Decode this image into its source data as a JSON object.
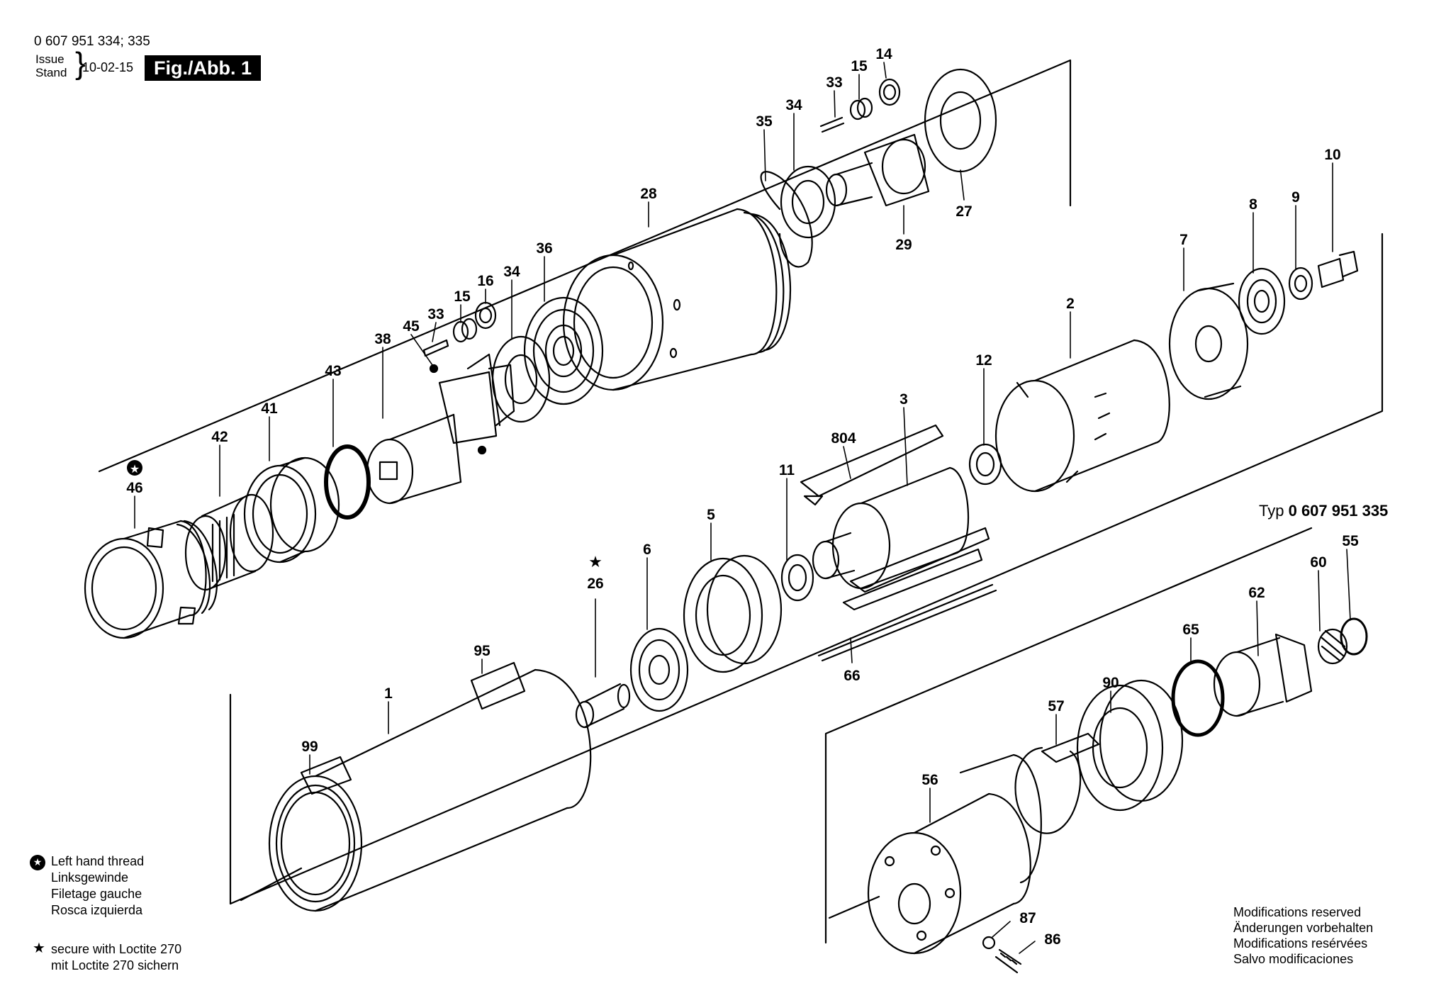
{
  "header": {
    "part_numbers": "0 607 951 334; 335",
    "issue_label": "Issue",
    "stand_label": "Stand",
    "date": "10-02-15",
    "figure_label": "Fig./Abb. 1"
  },
  "variant": {
    "typ_label": "Typ",
    "typ_number": "0 607 951 335"
  },
  "part_labels": [
    "1",
    "2",
    "3",
    "5",
    "6",
    "7",
    "8",
    "9",
    "10",
    "11",
    "12",
    "14",
    "15",
    "15",
    "16",
    "26",
    "27",
    "28",
    "29",
    "33",
    "33",
    "34",
    "34",
    "35",
    "36",
    "38",
    "41",
    "42",
    "43",
    "45",
    "46",
    "55",
    "56",
    "57",
    "60",
    "62",
    "65",
    "66",
    "86",
    "87",
    "90",
    "95",
    "99",
    "804"
  ],
  "legend": {
    "left_hand_thread": [
      "Left hand thread",
      "Linksgewinde",
      "Filetage gauche",
      "Rosca izquierda"
    ],
    "loctite": [
      "secure with Loctite 270",
      "mit Loctite 270 sichern"
    ]
  },
  "modifications": [
    "Modifications reserved",
    "Änderungen vorbehalten",
    "Modifications resérvées",
    "Salvo modificaciones"
  ],
  "icons": {
    "left_hand_thread": "star-in-circle-icon",
    "loctite": "star-icon"
  }
}
